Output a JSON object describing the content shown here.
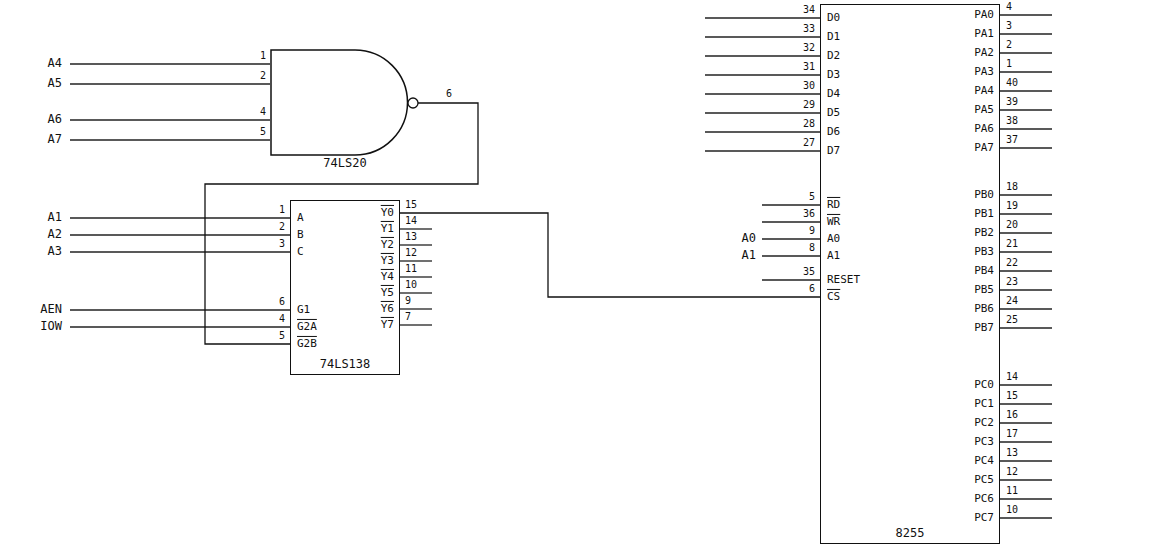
{
  "diagram": {
    "nodes": [
      {
        "text": [
          "74LS20"
        ]
      },
      {
        "text": [
          "74LS138"
        ]
      },
      {
        "text": [
          "8255"
        ]
      }
    ],
    "edges": [
      {
        "from": 0,
        "to": 1,
        "arrow": "none"
      },
      {
        "from": 1,
        "to": 2,
        "arrow": "none"
      }
    ],
    "labels": [
      "A4",
      "A5",
      "A6",
      "A7",
      "1",
      "2",
      "4",
      "5",
      "6",
      "A1",
      "A2",
      "A3",
      "1",
      "2",
      "3",
      "AEN",
      "IOW",
      "6",
      "4",
      "5",
      "A",
      "B",
      "C",
      "G1",
      "G2A",
      "G2B",
      "Y0",
      "Y1",
      "Y2",
      "Y3",
      "Y4",
      "Y5",
      "Y6",
      "Y7",
      "15",
      "14",
      "13",
      "12",
      "11",
      "10",
      "9",
      "7",
      "D0",
      "D1",
      "D2",
      "D3",
      "D4",
      "D5",
      "D6",
      "D7",
      "34",
      "33",
      "32",
      "31",
      "30",
      "29",
      "28",
      "27",
      "RD",
      "WR",
      "A0",
      "A1",
      "RESET",
      "CS",
      "5",
      "36",
      "9",
      "8",
      "35",
      "6",
      "A0",
      "A1",
      "PA0",
      "PA1",
      "PA2",
      "PA3",
      "PA4",
      "PA5",
      "PA6",
      "PA7",
      "4",
      "3",
      "2",
      "1",
      "40",
      "39",
      "38",
      "37",
      "PB0",
      "PB1",
      "PB2",
      "PB3",
      "PB4",
      "PB5",
      "PB6",
      "PB7",
      "18",
      "19",
      "20",
      "21",
      "22",
      "23",
      "24",
      "25",
      "PC0",
      "PC1",
      "PC2",
      "PC3",
      "PC4",
      "PC5",
      "PC6",
      "PC7",
      "14",
      "15",
      "16",
      "17",
      "13",
      "12",
      "11",
      "10"
    ]
  }
}
